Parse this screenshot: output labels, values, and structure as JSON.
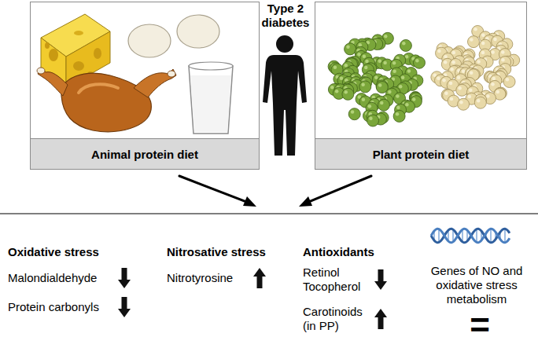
{
  "diagram": {
    "nodes": [
      {
        "text": [
          "Animal protein diet"
        ]
      },
      {
        "text": [
          "Plant protein diet"
        ]
      }
    ],
    "labels": [
      "Type 2 diabetes",
      "Oxidative stress",
      "Malondialdehyde",
      "Protein carbonyls",
      "Nitrosative stress",
      "Nitrotyrosine",
      "Antioxidants",
      "Retinol Tocopherol",
      "Carotinoids (in PP)",
      "Genes of NO and oxidative stress metabolism",
      "="
    ]
  }
}
